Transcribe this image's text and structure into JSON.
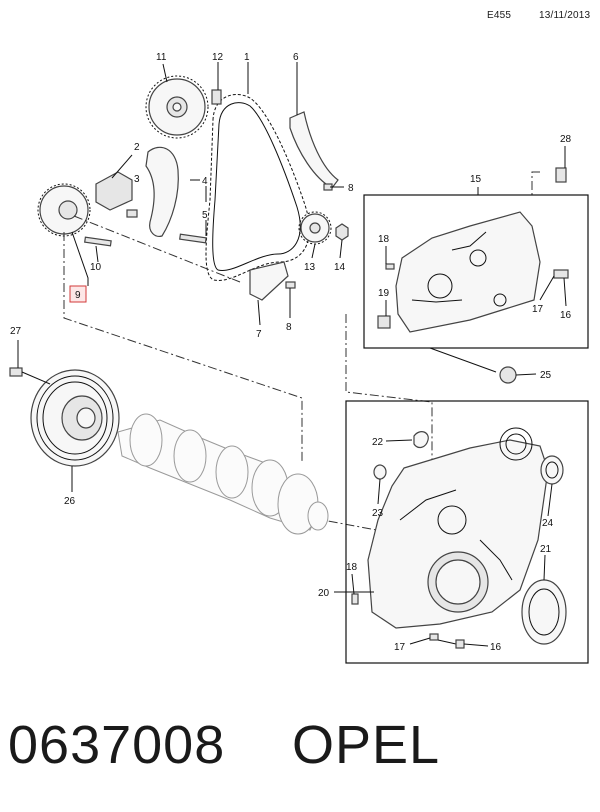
{
  "header": {
    "code": "E455",
    "date": "13/11/2013"
  },
  "footer": {
    "part_number": "0637008",
    "brand": "OPEL"
  },
  "callouts": {
    "c1": "1",
    "c2": "2",
    "c3": "3",
    "c4": "4",
    "c5": "5",
    "c6": "6",
    "c7": "7",
    "c8a": "8",
    "c8b": "8",
    "c9": "9",
    "c10": "10",
    "c11": "11",
    "c12": "12",
    "c13": "13",
    "c14": "14",
    "c15": "15",
    "c16a": "16",
    "c16b": "16",
    "c17a": "17",
    "c17b": "17",
    "c18a": "18",
    "c18b": "18",
    "c19": "19",
    "c20": "20",
    "c21": "21",
    "c22": "22",
    "c23": "23",
    "c24": "24",
    "c25": "25",
    "c26": "26",
    "c27": "27",
    "c28": "28"
  },
  "highlighted_callout": "9",
  "highlight_color": "#d23a3a"
}
